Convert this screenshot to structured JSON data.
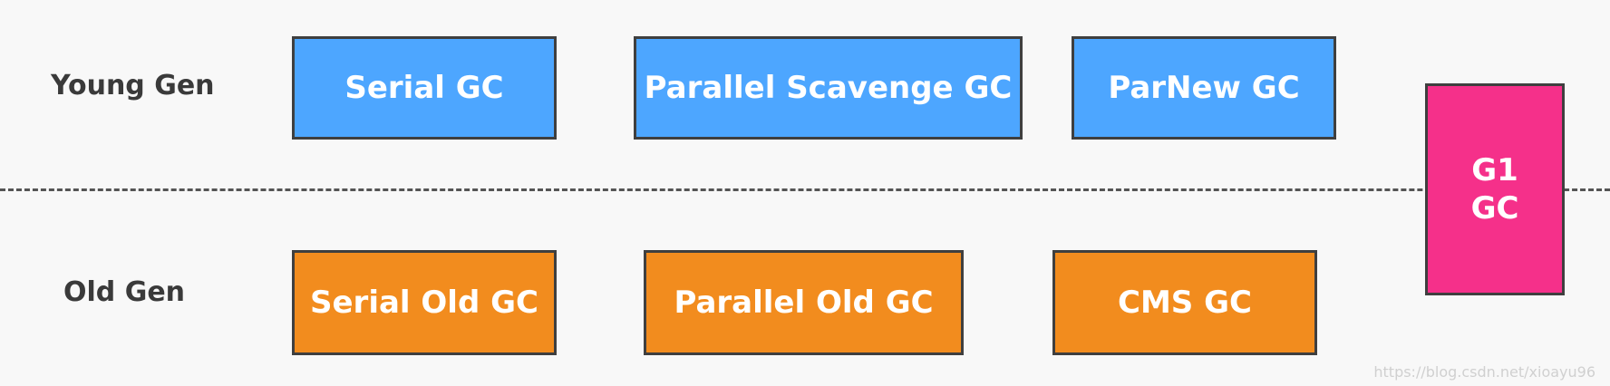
{
  "labels": {
    "young_gen": "Young Gen",
    "old_gen": "Old Gen"
  },
  "young_collectors": [
    {
      "name": "Serial GC"
    },
    {
      "name": "Parallel Scavenge GC"
    },
    {
      "name": "ParNew GC"
    }
  ],
  "old_collectors": [
    {
      "name": "Serial Old GC"
    },
    {
      "name": "Parallel Old GC"
    },
    {
      "name": "CMS GC"
    }
  ],
  "g1": {
    "line1": "G1",
    "line2": "GC"
  },
  "watermark": "https://blog.csdn.net/xioayu96",
  "colors": {
    "young": "#4da6ff",
    "old": "#f28c1e",
    "g1": "#f5308a",
    "border": "#3f3f3f",
    "label_text": "#3a3a3a"
  }
}
